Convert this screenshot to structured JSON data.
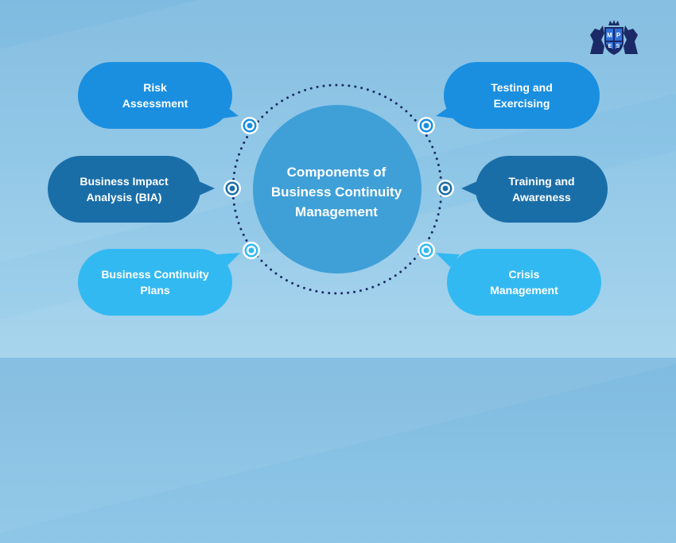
{
  "center": {
    "title": "Components of\nBusiness Continuity\nManagement"
  },
  "components": [
    {
      "label": "Risk\nAssessment",
      "color": "#1a8fe0"
    },
    {
      "label": "Business Impact\nAnalysis (BIA)",
      "color": "#1a6ea8"
    },
    {
      "label": "Business Continuity\nPlans",
      "color": "#33b9f2"
    },
    {
      "label": "Testing and\nExercising",
      "color": "#1a8fe0"
    },
    {
      "label": "Training and\nAwareness",
      "color": "#1a6ea8"
    },
    {
      "label": "Crisis\nManagement",
      "color": "#33b9f2"
    }
  ],
  "logo": {
    "letters": [
      "M",
      "P",
      "E",
      "S"
    ],
    "color": "#1b2a66",
    "accent": "#2f6fd8"
  },
  "colors": {
    "circle": "#3fa0d8",
    "dots": "#1b2a66",
    "connector": "#1a8fe0"
  }
}
